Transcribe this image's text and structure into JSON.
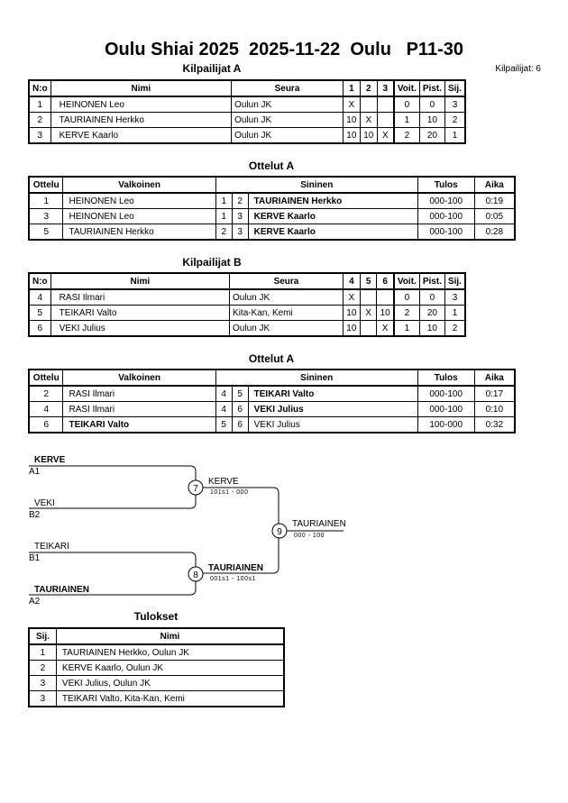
{
  "header": {
    "title": "Oulu Shiai 2025  2025-11-22  Oulu   P11-30",
    "count": "Kilpailijat: 6"
  },
  "pool_a": {
    "title": "Kilpailijat A",
    "cols": [
      "N:o",
      "Nimi",
      "Seura",
      "1",
      "2",
      "3",
      "Voit.",
      "Pist.",
      "Sij."
    ],
    "rows": [
      {
        "no": "1",
        "name": "HEINONEN Leo",
        "club": "Oulun JK",
        "s1": "X",
        "s2": "",
        "s3": "",
        "w": "0",
        "p": "0",
        "r": "3"
      },
      {
        "no": "2",
        "name": "TAURIAINEN Herkko",
        "club": "Oulun JK",
        "s1": "10",
        "s2": "X",
        "s3": "",
        "w": "1",
        "p": "10",
        "r": "2"
      },
      {
        "no": "3",
        "name": "KERVE Kaarlo",
        "club": "Oulun JK",
        "s1": "10",
        "s2": "10",
        "s3": "X",
        "w": "2",
        "p": "20",
        "r": "1"
      }
    ]
  },
  "matches_a": {
    "title": "Ottelut A",
    "cols": [
      "Ottelu",
      "Valkoinen",
      "Sininen",
      "Tulos",
      "Aika"
    ],
    "rows": [
      {
        "m": "1",
        "white": "HEINONEN Leo",
        "wn": "1",
        "bn": "2",
        "blue": "TAURIAINEN Herkko",
        "res": "000-100",
        "time": "0:19",
        "wb": false,
        "bb": true
      },
      {
        "m": "3",
        "white": "HEINONEN Leo",
        "wn": "1",
        "bn": "3",
        "blue": "KERVE Kaarlo",
        "res": "000-100",
        "time": "0:05",
        "wb": false,
        "bb": true
      },
      {
        "m": "5",
        "white": "TAURIAINEN Herkko",
        "wn": "2",
        "bn": "3",
        "blue": "KERVE Kaarlo",
        "res": "000-100",
        "time": "0:28",
        "wb": false,
        "bb": true
      }
    ]
  },
  "pool_b": {
    "title": "Kilpailijat B",
    "cols": [
      "N:o",
      "Nimi",
      "Seura",
      "4",
      "5",
      "6",
      "Voit.",
      "Pist.",
      "Sij."
    ],
    "rows": [
      {
        "no": "4",
        "name": "RASI Ilmari",
        "club": "Oulun JK",
        "s1": "X",
        "s2": "",
        "s3": "",
        "w": "0",
        "p": "0",
        "r": "3"
      },
      {
        "no": "5",
        "name": "TEIKARI Valto",
        "club": "Kita-Kan, Kemi",
        "s1": "10",
        "s2": "X",
        "s3": "10",
        "w": "2",
        "p": "20",
        "r": "1"
      },
      {
        "no": "6",
        "name": "VEKI Julius",
        "club": "Oulun JK",
        "s1": "10",
        "s2": "",
        "s3": "X",
        "w": "1",
        "p": "10",
        "r": "2"
      }
    ]
  },
  "matches_b": {
    "title": "Ottelut A",
    "cols": [
      "Ottelu",
      "Valkoinen",
      "Sininen",
      "Tulos",
      "Aika"
    ],
    "rows": [
      {
        "m": "2",
        "white": "RASI Ilmari",
        "wn": "4",
        "bn": "5",
        "blue": "TEIKARI Valto",
        "res": "000-100",
        "time": "0:17",
        "wb": false,
        "bb": true
      },
      {
        "m": "4",
        "white": "RASI Ilmari",
        "wn": "4",
        "bn": "6",
        "blue": "VEKI Julius",
        "res": "000-100",
        "time": "0:10",
        "wb": false,
        "bb": true
      },
      {
        "m": "6",
        "white": "TEIKARI Valto",
        "wn": "5",
        "bn": "6",
        "blue": "VEKI Julius",
        "res": "100-000",
        "time": "0:32",
        "wb": true,
        "bb": false
      }
    ]
  },
  "bracket": {
    "p1": {
      "name": "KERVE",
      "seed": "A1"
    },
    "p2": {
      "name": "VEKI",
      "seed": "B2"
    },
    "p3": {
      "name": "TEIKARI",
      "seed": "B1"
    },
    "p4": {
      "name": "TAURIAINEN",
      "seed": "A2"
    },
    "m7": {
      "no": "7",
      "winner": "KERVE",
      "score": "101s1 - 000"
    },
    "m8": {
      "no": "8",
      "winner": "TAURIAINEN",
      "score": "001s1 - 100s1"
    },
    "m9": {
      "no": "9",
      "winner": "TAURIAINEN",
      "score": "000 - 100"
    }
  },
  "results": {
    "title": "Tulokset",
    "cols": [
      "Sij.",
      "Nimi"
    ],
    "rows": [
      {
        "rank": "1",
        "name": "TAURIAINEN Herkko, Oulun JK"
      },
      {
        "rank": "2",
        "name": "KERVE Kaarlo, Oulun JK"
      },
      {
        "rank": "3",
        "name": "VEKI Julius, Oulun JK"
      },
      {
        "rank": "3",
        "name": "TEIKARI Valto, Kita-Kan, Kemi"
      }
    ]
  }
}
